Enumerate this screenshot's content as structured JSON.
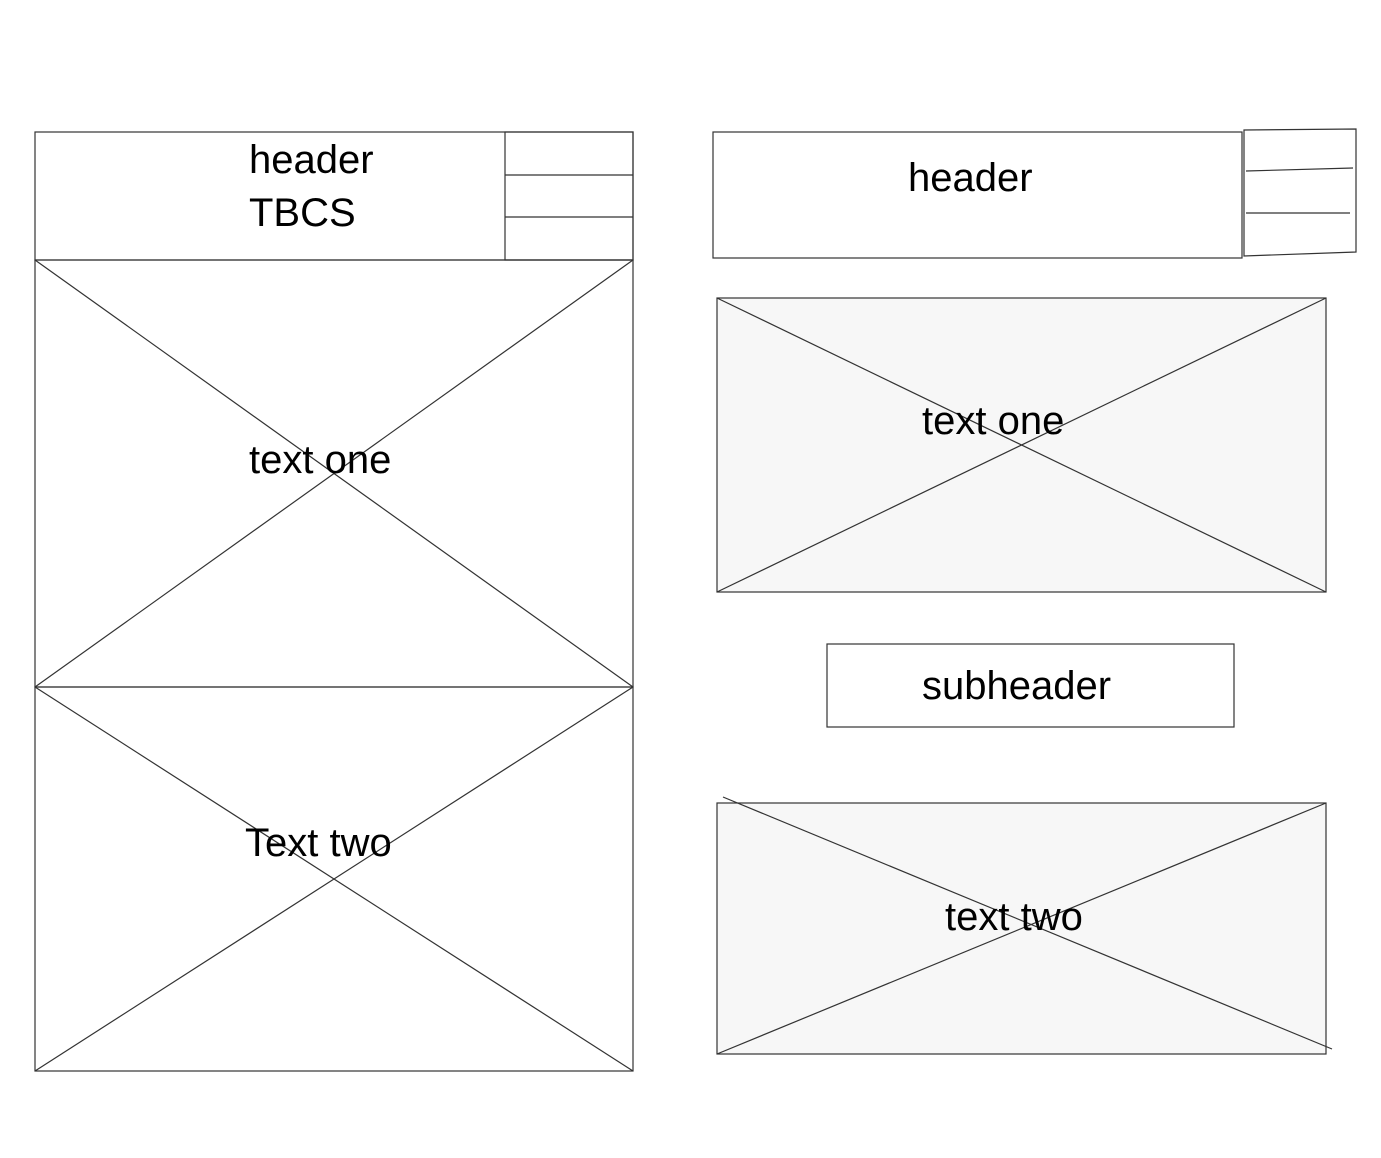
{
  "left_wireframe": {
    "header": {
      "line1": "header",
      "line2": "TBCS"
    },
    "placeholder_one": {
      "label": "text one"
    },
    "placeholder_two": {
      "label": "Text two"
    }
  },
  "right_wireframe": {
    "header": {
      "label": "header"
    },
    "placeholder_one": {
      "label": "text one"
    },
    "subheader": {
      "label": "subheader"
    },
    "placeholder_two": {
      "label": "text two"
    }
  },
  "colors": {
    "stroke": "#333333",
    "placeholder_fill": "#f7f7f7",
    "background": "#ffffff",
    "text": "#000000"
  }
}
